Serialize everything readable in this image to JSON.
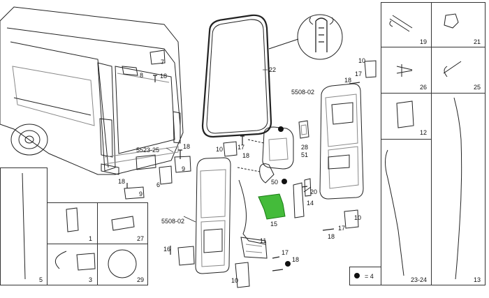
{
  "parts": {
    "p1": "1",
    "p3": "3",
    "p5": "5",
    "p6": "6",
    "p7": "7",
    "p8": "8",
    "p9": "9",
    "p10a": "10",
    "p10b": "10",
    "p10c": "10",
    "p10d": "10",
    "p11": "11",
    "p12": "12",
    "p13": "13",
    "p14": "14",
    "p15": "15",
    "p16": "16",
    "p17a": "17",
    "p17b": "17",
    "p17c": "17",
    "p17d": "17",
    "p18a": "18",
    "p18b": "18",
    "p18c": "18",
    "p18d": "18",
    "p18e": "18",
    "p18f": "18",
    "p18g": "18",
    "p19": "19",
    "p20": "20",
    "p21": "21",
    "p22": "22",
    "p23_24": "23-24",
    "p25": "25",
    "p26": "26",
    "p27": "27",
    "p28": "28",
    "p29": "29",
    "p50": "50",
    "p51": "51"
  },
  "refs": {
    "r5523_25": "5523-25",
    "r5508_02a": "5508-02",
    "r5508_02b": "5508-02"
  },
  "legend": {
    "text": "= 4"
  },
  "colors": {
    "highlight": "#44bb3a",
    "line": "#222222",
    "light": "#bdbdbd"
  }
}
